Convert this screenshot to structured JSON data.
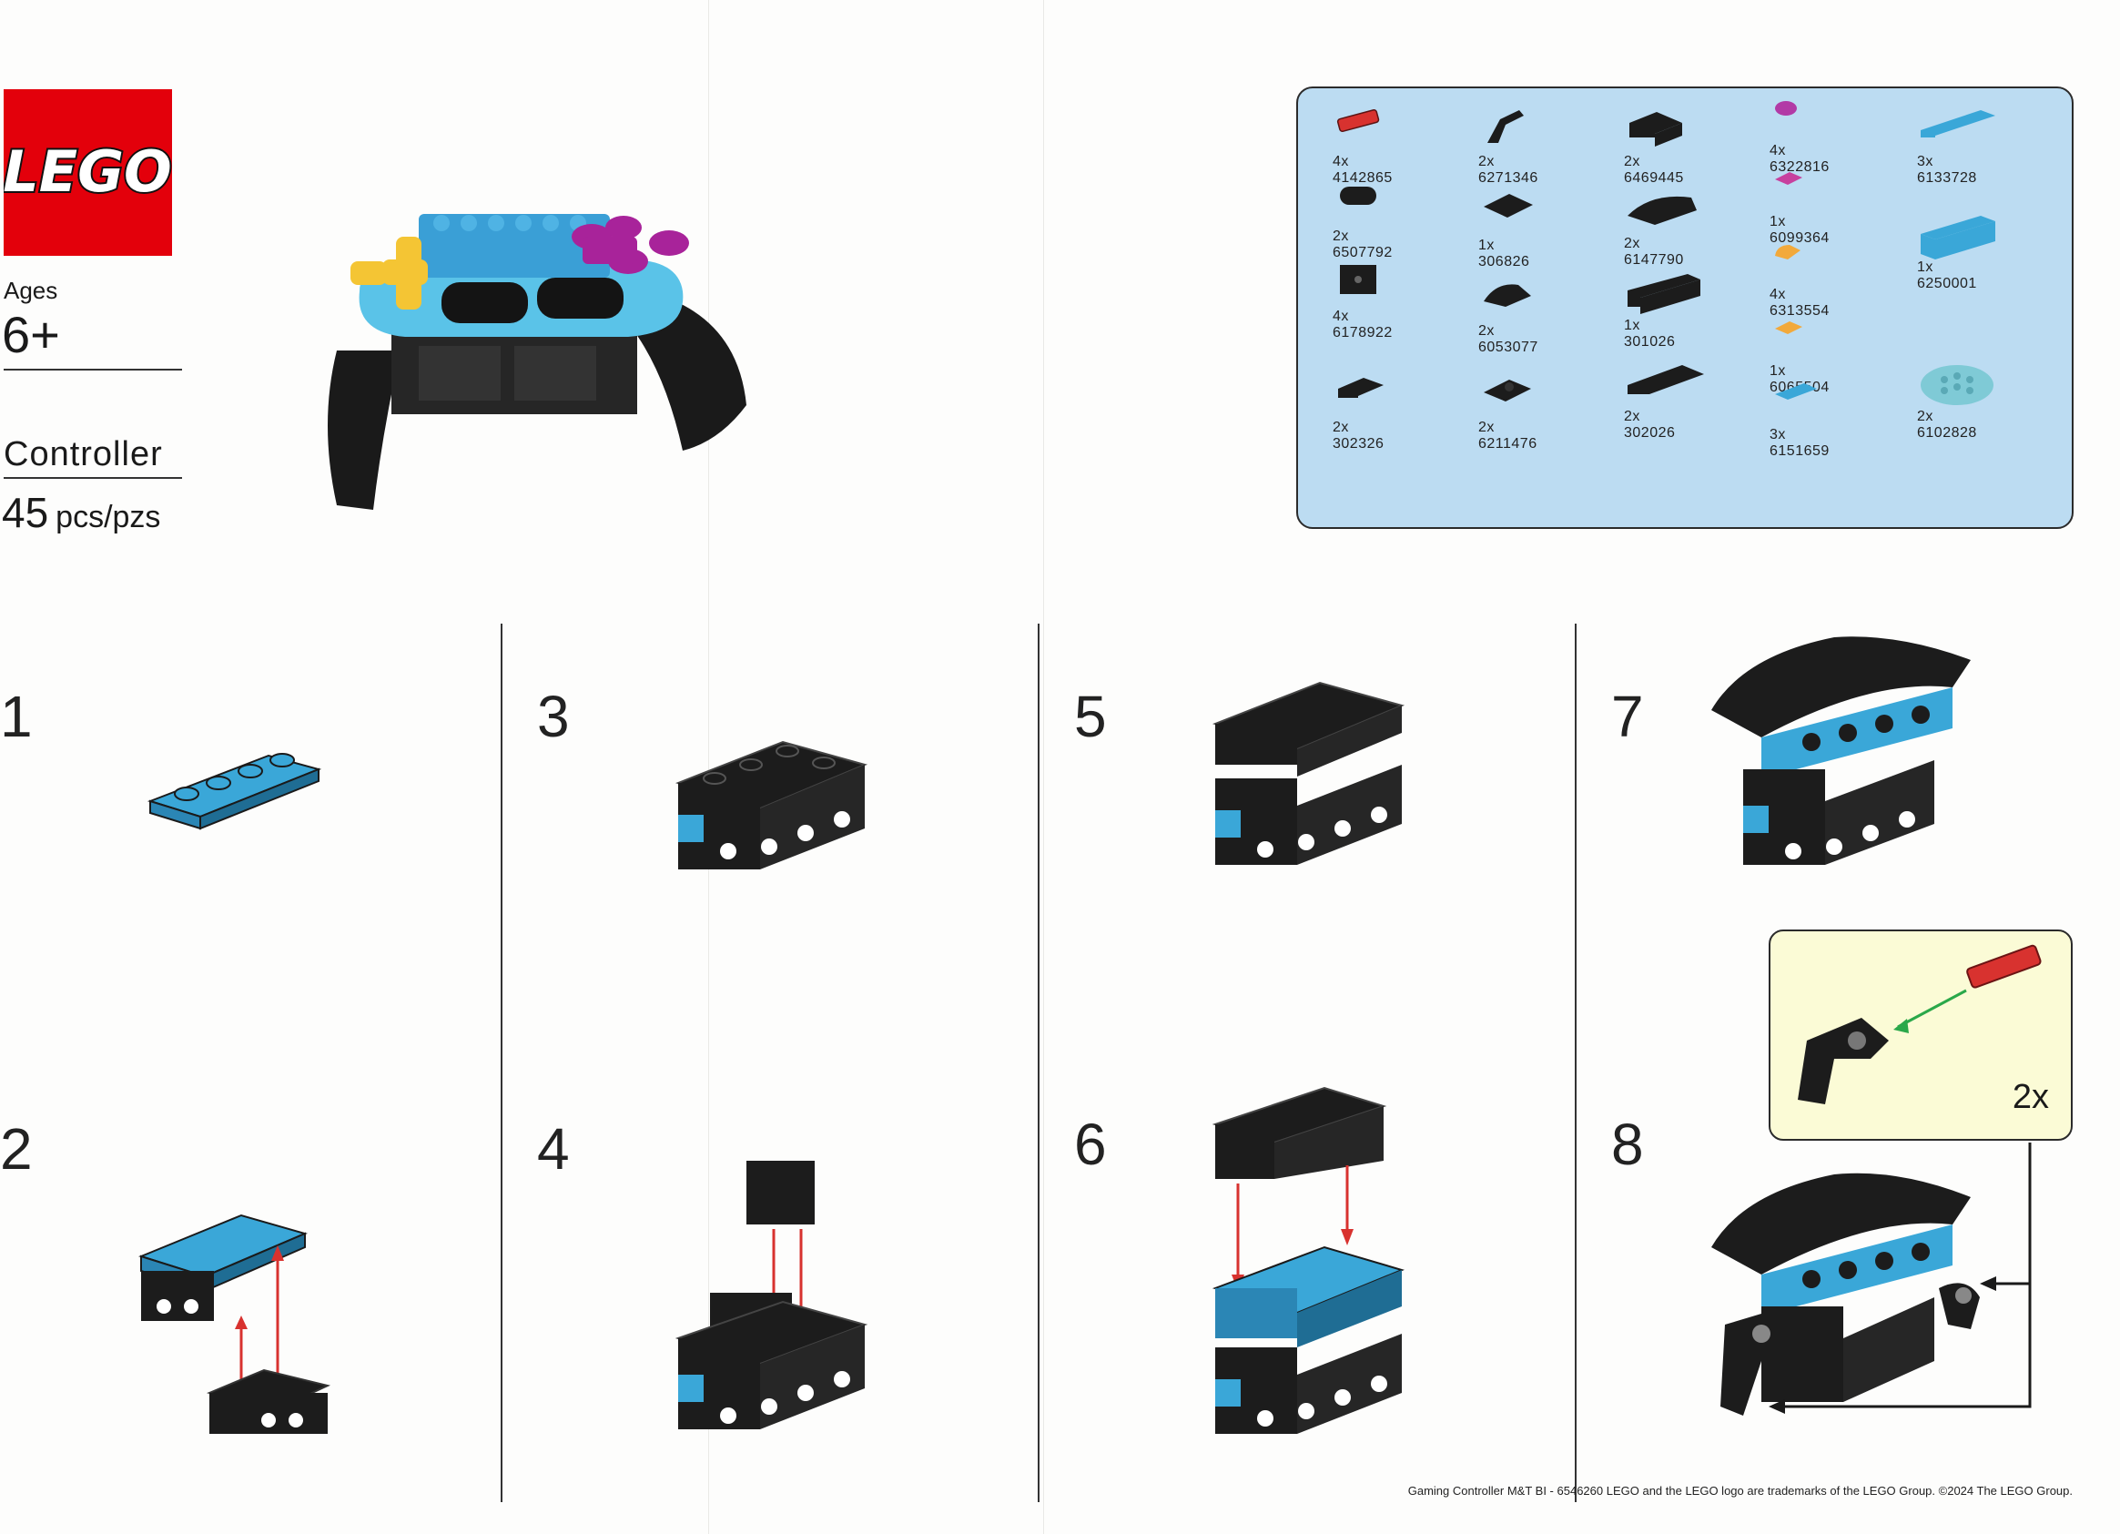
{
  "brand": {
    "logo_text": "LEGO",
    "logo_color": "#e3000b"
  },
  "product": {
    "ages_label": "Ages",
    "ages_value": "6+",
    "name": "Controller",
    "piece_count": "45",
    "piece_unit": "pcs/pzs"
  },
  "inventory": {
    "background": "#bcdcf2",
    "parts": [
      {
        "qty": "4x",
        "id": "4142865",
        "color": "#d8322f",
        "icon": "pin-icon"
      },
      {
        "qty": "2x",
        "id": "6507792",
        "color": "#1c1c1c",
        "icon": "tile-round-icon"
      },
      {
        "qty": "4x",
        "id": "6178922",
        "color": "#1c1c1c",
        "icon": "brick-1x1-side-icon"
      },
      {
        "qty": "2x",
        "id": "302326",
        "color": "#1c1c1c",
        "icon": "plate-1x2-icon"
      },
      {
        "qty": "2x",
        "id": "6271346",
        "color": "#1c1c1c",
        "icon": "connector-icon"
      },
      {
        "qty": "1x",
        "id": "306826",
        "color": "#1c1c1c",
        "icon": "tile-2x2-icon"
      },
      {
        "qty": "2x",
        "id": "6053077",
        "color": "#1c1c1c",
        "icon": "slope-curved-icon"
      },
      {
        "qty": "2x",
        "id": "6211476",
        "color": "#1c1c1c",
        "icon": "plate-corner-icon"
      },
      {
        "qty": "2x",
        "id": "6469445",
        "color": "#1c1c1c",
        "icon": "brick-2x2-icon"
      },
      {
        "qty": "2x",
        "id": "6147790",
        "color": "#1c1c1c",
        "icon": "slope-curved-2x4-icon"
      },
      {
        "qty": "1x",
        "id": "301026",
        "color": "#1c1c1c",
        "icon": "brick-1x4-icon"
      },
      {
        "qty": "2x",
        "id": "302026",
        "color": "#1c1c1c",
        "icon": "plate-2x4-icon"
      },
      {
        "qty": "4x",
        "id": "6322816",
        "color": "#b23aa6",
        "icon": "round-plate-icon"
      },
      {
        "qty": "1x",
        "id": "6099364",
        "color": "#c7409e",
        "icon": "tile-1x1-icon"
      },
      {
        "qty": "4x",
        "id": "6313554",
        "color": "#f2a93b",
        "icon": "quarter-tile-icon"
      },
      {
        "qty": "1x",
        "id": "6065504",
        "color": "#f2a93b",
        "icon": "tile-1x1-icon"
      },
      {
        "qty": "3x",
        "id": "6151659",
        "color": "#3aa7d8",
        "icon": "tile-1x2-icon"
      },
      {
        "qty": "3x",
        "id": "6133728",
        "color": "#3aa7d8",
        "icon": "plate-1x4-icon"
      },
      {
        "qty": "1x",
        "id": "6250001",
        "color": "#3aa7d8",
        "icon": "brick-1x4-side-icon"
      },
      {
        "qty": "2x",
        "id": "6102828",
        "color": "#7fcad6",
        "icon": "round-plate-4x4-icon"
      }
    ]
  },
  "steps": [
    {
      "number": "1"
    },
    {
      "number": "2"
    },
    {
      "number": "3"
    },
    {
      "number": "4"
    },
    {
      "number": "5"
    },
    {
      "number": "6"
    },
    {
      "number": "7"
    },
    {
      "number": "8"
    }
  ],
  "callout": {
    "multiplier": "2x"
  },
  "colors": {
    "black_part": "#1c1c1c",
    "azure_part": "#3aa7d8",
    "arrow_red": "#d8322f",
    "arrow_green": "#2aa84a",
    "callout_bg": "#fbfbd6"
  },
  "footer": {
    "text": "Gaming Controller M&T  BI - 6546260   LEGO and the LEGO logo are trademarks of the LEGO Group. ©2024 The LEGO Group."
  }
}
